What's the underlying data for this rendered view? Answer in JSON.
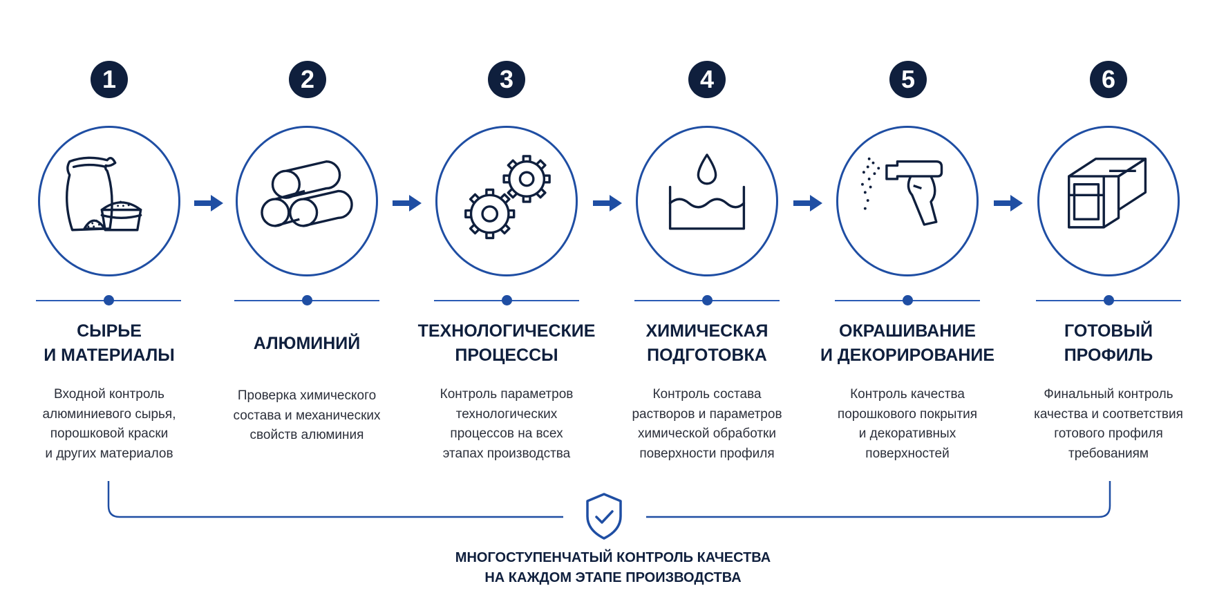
{
  "steps": [
    {
      "number": "1",
      "title": "СЫРЬЕ\nИ МАТЕРИАЛЫ",
      "description": "Входной контроль\nалюминиевого сырья,\nпорошковой краски\nи других материалов",
      "icon": "sack-bucket-icon"
    },
    {
      "number": "2",
      "title": "АЛЮМИНИЙ",
      "description": "Проверка химического\nсостава и механических\nсвойств алюминия",
      "icon": "aluminum-logs-icon"
    },
    {
      "number": "3",
      "title": "ТЕХНОЛОГИЧЕСКИЕ\nПРОЦЕССЫ",
      "description": "Контроль параметров\nтехнологических\nпроцессов на всех\nэтапах производства",
      "icon": "gears-icon"
    },
    {
      "number": "4",
      "title": "ХИМИЧЕСКАЯ\nПОДГОТОВКА",
      "description": "Контроль состава\nрастворов и параметров\nхимической обработки\nповерхности профиля",
      "icon": "chemical-bath-icon"
    },
    {
      "number": "5",
      "title": "ОКРАШИВАНИЕ\nИ ДЕКОРИРОВАНИЕ",
      "description": "Контроль качества\nпорошкового покрытия\nи декоративных\nповерхностей",
      "icon": "spray-gun-icon"
    },
    {
      "number": "6",
      "title": "ГОТОВЫЙ\nПРОФИЛЬ",
      "description": "Финальный контроль\nкачества и соответствия\nготового профиля\nтребованиям",
      "icon": "aluminum-profile-icon"
    }
  ],
  "footer": {
    "text": "МНОГОСТУПЕНЧАТЫЙ КОНТРОЛЬ КАЧЕСТВА\nНА КАЖДОМ ЭТАПЕ ПРОИЗВОДСТВА",
    "icon": "shield-check-icon"
  },
  "colors": {
    "navy": "#0f1f3d",
    "blue": "#1f4ea3",
    "text": "#2b2f3a"
  }
}
